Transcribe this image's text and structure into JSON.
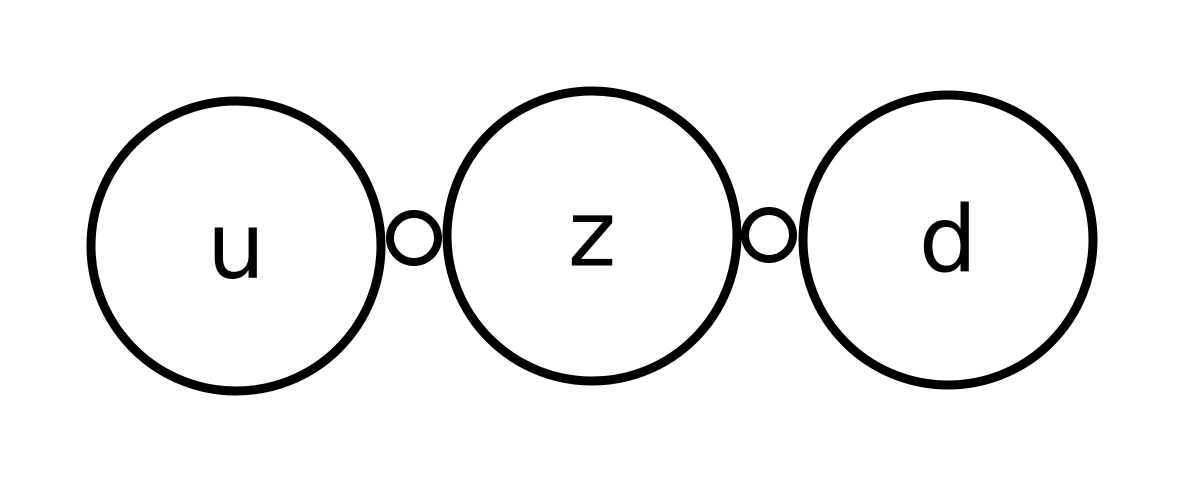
{
  "diagram": {
    "nodes": [
      {
        "id": "u",
        "label": "u"
      },
      {
        "id": "z",
        "label": "z"
      },
      {
        "id": "d",
        "label": "d"
      }
    ],
    "connections": [
      {
        "from": "u",
        "to": "z"
      },
      {
        "from": "z",
        "to": "d"
      }
    ],
    "colors": {
      "stroke": "#000000",
      "fill": "#ffffff"
    }
  }
}
